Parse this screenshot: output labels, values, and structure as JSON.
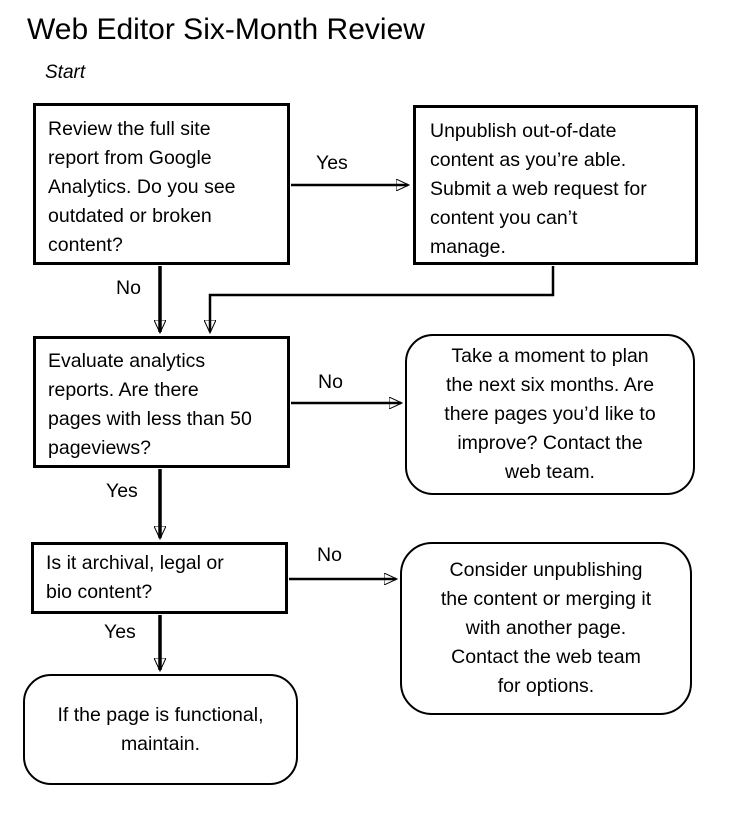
{
  "title": "Web Editor Six-Month Review",
  "start_label": "Start",
  "colors": {
    "ink": "#000000",
    "background": "#ffffff"
  },
  "nodes": {
    "review": {
      "shape": "rectangle",
      "lines": [
        "Review the full site",
        "report from Google",
        "Analytics. Do you see",
        "outdated or broken",
        "content?"
      ]
    },
    "unpublish": {
      "shape": "rectangle",
      "lines": [
        "Unpublish out-of-date",
        "content as you’re able.",
        "Submit a web request for",
        "content you can’t",
        "manage."
      ]
    },
    "evaluate": {
      "shape": "rectangle",
      "lines": [
        "Evaluate analytics",
        "reports. Are there",
        "pages with less than 50",
        "pageviews?"
      ]
    },
    "plan": {
      "shape": "rounded",
      "lines": [
        "Take a moment to plan",
        "the next six months. Are",
        "there pages you’d like to",
        "improve? Contact the",
        "web team."
      ]
    },
    "archival": {
      "shape": "rectangle",
      "lines": [
        "Is it archival, legal or",
        "bio content?"
      ]
    },
    "consider": {
      "shape": "rounded",
      "lines": [
        "Consider unpublishing",
        "the content or merging it",
        "with another page.",
        "Contact the web team",
        "for options."
      ]
    },
    "maintain": {
      "shape": "rounded",
      "lines": [
        "If the page is functional,",
        "maintain."
      ]
    }
  },
  "edge_labels": {
    "review_yes": "Yes",
    "review_no": "No",
    "evaluate_no": "No",
    "evaluate_yes": "Yes",
    "archival_no": "No",
    "archival_yes": "Yes"
  }
}
